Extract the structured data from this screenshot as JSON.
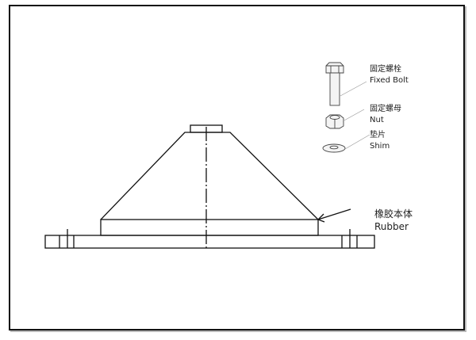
{
  "labels": {
    "bolt": {
      "zh": "固定螺栓",
      "en": "Fixed Bolt"
    },
    "nut": {
      "zh": "固定螺母",
      "en": "Nut"
    },
    "shim": {
      "zh": "垫片",
      "en": "Shim"
    },
    "rubber": {
      "zh": "橡胶本体",
      "en": "Rubber"
    }
  }
}
